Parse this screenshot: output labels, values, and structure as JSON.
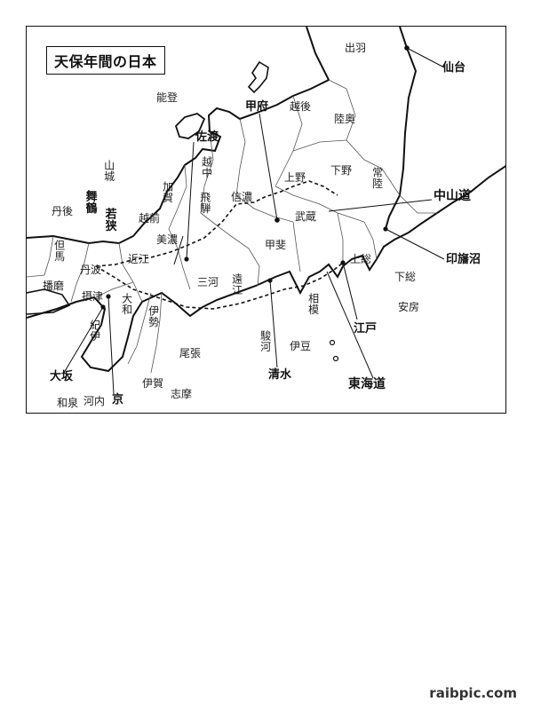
{
  "map": {
    "title": "天保年間の日本",
    "provinces": {
      "dewa": "出羽",
      "noto": "能登",
      "echigo": "越後",
      "mutsu": "陸奥",
      "etchu": "越中",
      "shimotsuke": "下野",
      "hitachi": "常陸",
      "yamashiro": "山城",
      "kaga": "加賀",
      "hida": "飛騨",
      "shinano": "信濃",
      "kozuke": "上野",
      "tango": "丹後",
      "echizen": "越前",
      "musashi": "武蔵",
      "mino": "美濃",
      "kai": "甲斐",
      "tajima": "但馬",
      "tamba": "丹波",
      "omi": "近江",
      "kazusa": "上総",
      "shimousa": "下総",
      "harima": "播磨",
      "mikawa": "三河",
      "totomi": "遠江",
      "settsu": "摂津",
      "yamato": "大和",
      "ise": "伊勢",
      "awa": "安房",
      "sagami": "相模",
      "kii": "紀伊",
      "suruga": "駿河",
      "izu": "伊豆",
      "owari": "尾張",
      "iga": "伊賀",
      "shima": "志摩",
      "izumi": "和泉",
      "kawachi": "河内"
    },
    "places": {
      "sendai": "仙台",
      "kofu": "甲府",
      "sado": "佐渡",
      "maizuru": "舞鶴",
      "wakasa": "若狭",
      "nakasendo": "中山道",
      "inbanuma": "印旛沼",
      "edo": "江戸",
      "osaka": "大坂",
      "shimizu": "清水",
      "tokaido": "東海道",
      "kyo": "京"
    }
  },
  "footer": {
    "watermark": "raibpic.com"
  }
}
